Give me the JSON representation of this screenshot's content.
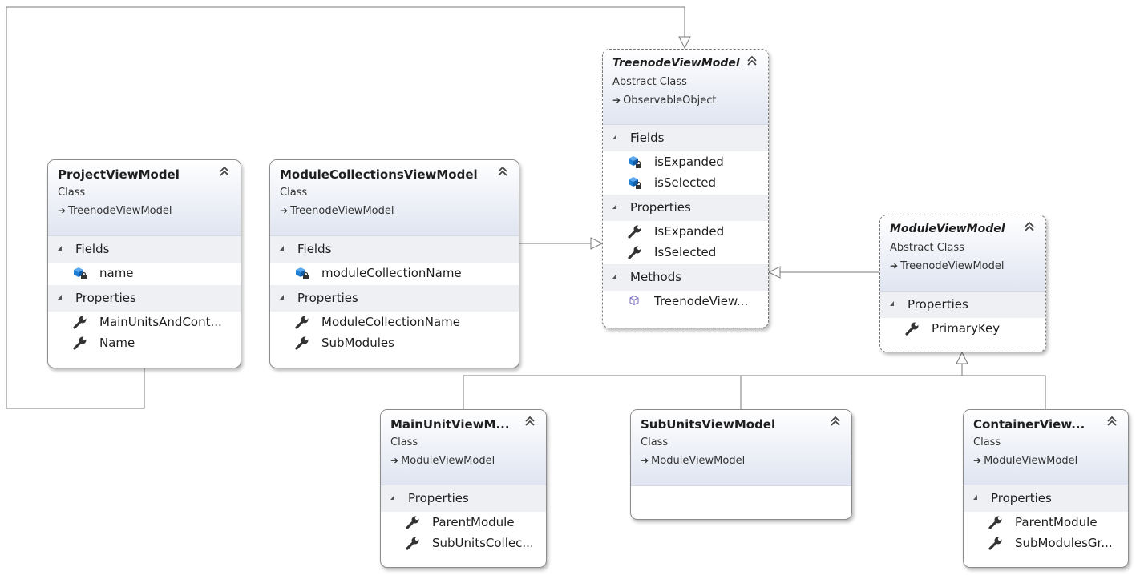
{
  "classes": {
    "treenode": {
      "name": "TreenodeViewModel",
      "stereotype": "Abstract Class",
      "base": "ObservableObject",
      "fields": {
        "label": "Fields",
        "items": [
          "isExpanded",
          "isSelected"
        ]
      },
      "properties": {
        "label": "Properties",
        "items": [
          "IsExpanded",
          "IsSelected"
        ]
      },
      "methods": {
        "label": "Methods",
        "items": [
          "TreenodeView..."
        ]
      }
    },
    "project": {
      "name": "ProjectViewModel",
      "stereotype": "Class",
      "base": "TreenodeViewModel",
      "fields": {
        "label": "Fields",
        "items": [
          "name"
        ]
      },
      "properties": {
        "label": "Properties",
        "items": [
          "MainUnitsAndCont...",
          "Name"
        ]
      }
    },
    "modcoll": {
      "name": "ModuleCollectionsViewModel",
      "stereotype": "Class",
      "base": "TreenodeViewModel",
      "fields": {
        "label": "Fields",
        "items": [
          "moduleCollectionName"
        ]
      },
      "properties": {
        "label": "Properties",
        "items": [
          "ModuleCollectionName",
          "SubModules"
        ]
      }
    },
    "module": {
      "name": "ModuleViewModel",
      "stereotype": "Abstract Class",
      "base": "TreenodeViewModel",
      "properties": {
        "label": "Properties",
        "items": [
          "PrimaryKey"
        ]
      }
    },
    "mainunit": {
      "name": "MainUnitViewM...",
      "stereotype": "Class",
      "base": "ModuleViewModel",
      "properties": {
        "label": "Properties",
        "items": [
          "ParentModule",
          "SubUnitsCollec..."
        ]
      }
    },
    "subunits": {
      "name": "SubUnitsViewModel",
      "stereotype": "Class",
      "base": "ModuleViewModel"
    },
    "container": {
      "name": "ContainerView...",
      "stereotype": "Class",
      "base": "ModuleViewModel",
      "properties": {
        "label": "Properties",
        "items": [
          "ParentModule",
          "SubModulesGr..."
        ]
      }
    }
  },
  "icons": {
    "field": "field-private-icon",
    "property": "wrench-icon",
    "method": "method-cube-icon",
    "collapse": "double-chevron-up-icon"
  },
  "colors": {
    "header_end": "#e0e5f1",
    "section_bg": "#eef0f4",
    "line": "#7a7a7a",
    "field_icon": "#1d7ed6"
  }
}
